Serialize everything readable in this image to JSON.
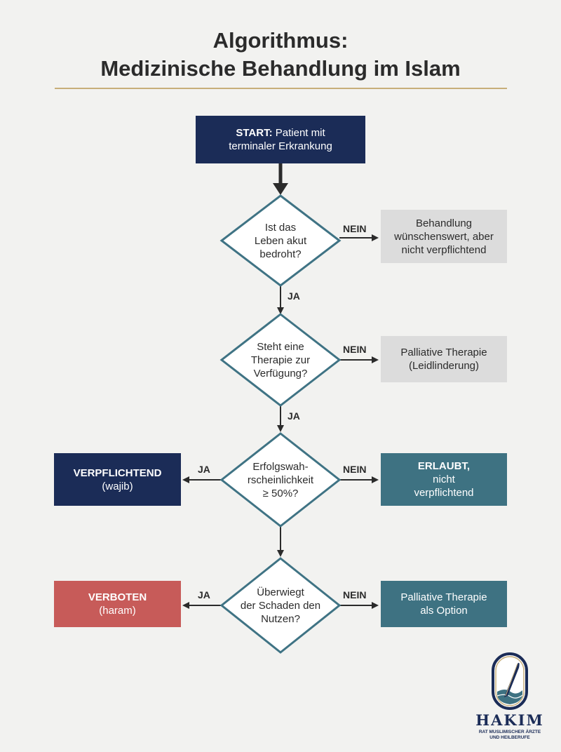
{
  "title": {
    "line1": "Algorithmus:",
    "line2": "Medizinische Behandlung im Islam"
  },
  "start": {
    "label": "START:",
    "text_line1": "Patient mit",
    "text_line2": "terminaler Erkrankung"
  },
  "decisions": [
    {
      "lines": [
        "Ist das",
        "Leben akut",
        "bedroht?"
      ]
    },
    {
      "lines": [
        "Steht eine",
        "Therapie zur",
        "Verfügung?"
      ]
    },
    {
      "lines": [
        "Erfolgswah-",
        "rscheinlichkeit",
        "≥ 50%?"
      ]
    },
    {
      "lines": [
        "Überwiegt",
        "der Schaden den",
        "Nutzen?"
      ]
    }
  ],
  "outcomes": {
    "behandlung": {
      "lines": [
        "Behandlung",
        "wünschenswert, aber",
        "nicht verpflichtend"
      ]
    },
    "palliativ1": {
      "lines": [
        "Palliative Therapie",
        "(Leidlinderung)"
      ]
    },
    "verpflichtend": {
      "title": "VERPFLICHTEND",
      "sub": "(wajib)"
    },
    "erlaubt": {
      "title": "ERLAUBT,",
      "line2": "nicht",
      "line3": "verpflichtend"
    },
    "verboten": {
      "title": "VERBOTEN",
      "sub": "(haram)"
    },
    "palliativ2": {
      "lines": [
        "Palliative Therapie",
        "als Option"
      ]
    }
  },
  "edge_labels": {
    "ja": "JA",
    "nein": "NEIN"
  },
  "logo": {
    "name": "HAKIM",
    "sub_line1": "RAT MUSLIMISCHER ÄRZTE",
    "sub_line2": "UND HEILBERUFE"
  },
  "colors": {
    "navy": "#1b2c57",
    "teal": "#3e7282",
    "red": "#c75b59",
    "gray": "#dcdcdc",
    "diamond_border": "#3f7384",
    "gold": "#c7ae7a"
  }
}
